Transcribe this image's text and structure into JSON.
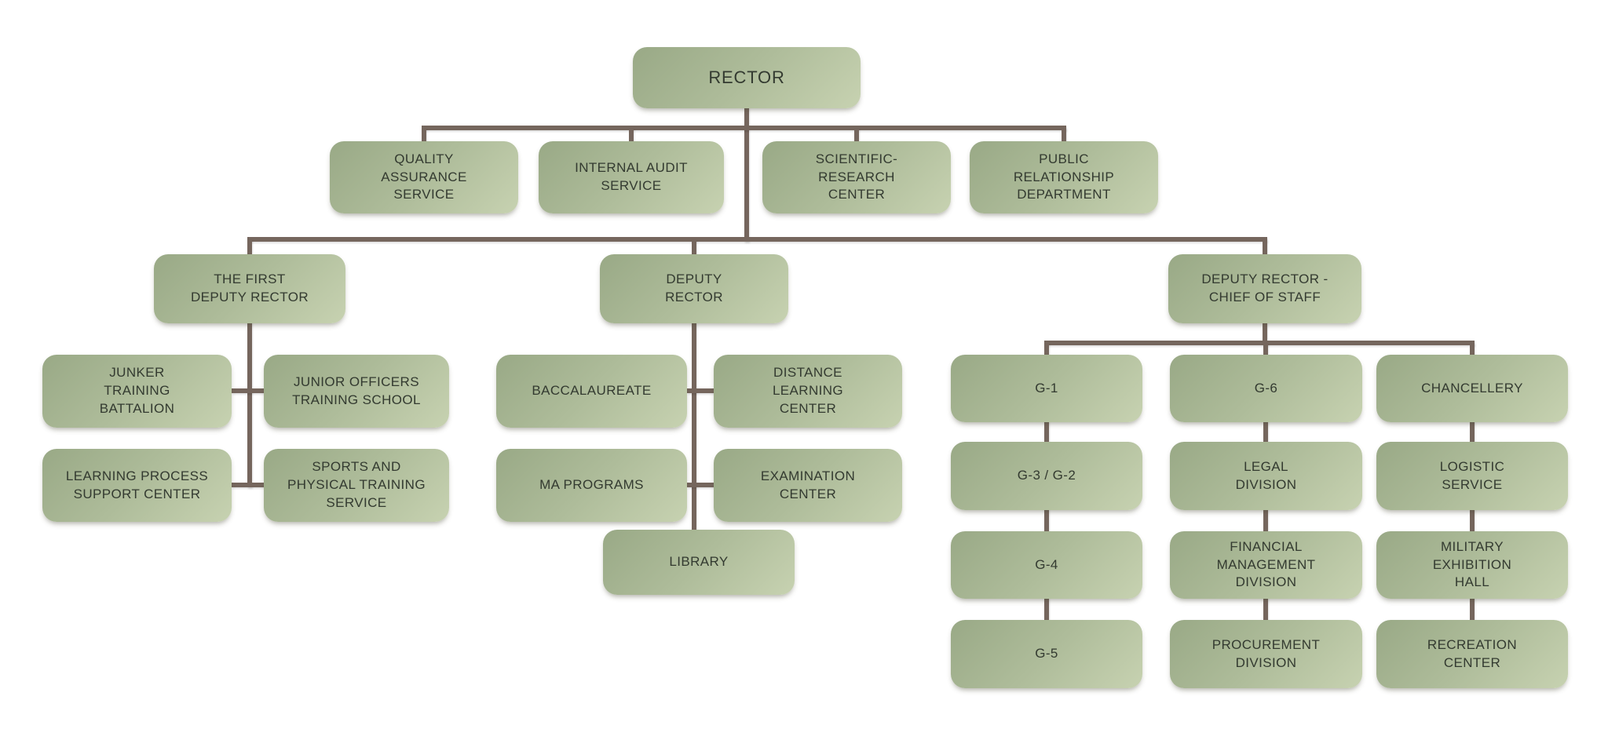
{
  "colors": {
    "background": "#ffffff",
    "box_gradient_start": "#99a986",
    "box_gradient_end": "#c7d2b1",
    "connector": "#75665d",
    "text": "#333a30"
  },
  "nodes": {
    "rector": {
      "label": "RECTOR"
    },
    "quality_assurance_service": {
      "label": "QUALITY\nASSURANCE\nSERVICE"
    },
    "internal_audit_service": {
      "label": "INTERNAL AUDIT\nSERVICE"
    },
    "scientific_research_center": {
      "label": "SCIENTIFIC-\nRESEARCH\nCENTER"
    },
    "public_relationship_department": {
      "label": "PUBLIC\nRELATIONSHIP\nDEPARTMENT"
    },
    "first_deputy_rector": {
      "label": "THE FIRST\nDEPUTY RECTOR"
    },
    "deputy_rector": {
      "label": "DEPUTY\nRECTOR"
    },
    "deputy_rector_chief_of_staff": {
      "label": "DEPUTY RECTOR -\nCHIEF OF STAFF"
    },
    "junker_training_battalion": {
      "label": "JUNKER\nTRAINING\nBATTALION"
    },
    "junior_officers_training_school": {
      "label": "JUNIOR OFFICERS\nTRAINING SCHOOL"
    },
    "learning_process_support_center": {
      "label": "LEARNING PROCESS\nSUPPORT CENTER"
    },
    "sports_physical_training_service": {
      "label": "SPORTS AND\nPHYSICAL TRAINING\nSERVICE"
    },
    "baccalaureate": {
      "label": "BACCALAUREATE"
    },
    "distance_learning_center": {
      "label": "DISTANCE\nLEARNING\nCENTER"
    },
    "ma_programs": {
      "label": "MA PROGRAMS"
    },
    "examination_center": {
      "label": "EXAMINATION\nCENTER"
    },
    "library": {
      "label": "LIBRARY"
    },
    "g1": {
      "label": "G-1"
    },
    "g3g2": {
      "label": "G-3 / G-2"
    },
    "g4": {
      "label": "G-4"
    },
    "g5": {
      "label": "G-5"
    },
    "g6": {
      "label": "G-6"
    },
    "legal_division": {
      "label": "LEGAL\nDIVISION"
    },
    "financial_management_division": {
      "label": "FINANCIAL\nMANAGEMENT\nDIVISION"
    },
    "procurement_division": {
      "label": "PROCUREMENT\nDIVISION"
    },
    "chancellery": {
      "label": "CHANCELLERY"
    },
    "logistic_service": {
      "label": "LOGISTIC\nSERVICE"
    },
    "military_exhibition_hall": {
      "label": "MILITARY\nEXHIBITION\nHALL"
    },
    "recreation_center": {
      "label": "RECREATION\nCENTER"
    }
  },
  "edges": [
    [
      "rector",
      "quality_assurance_service"
    ],
    [
      "rector",
      "internal_audit_service"
    ],
    [
      "rector",
      "scientific_research_center"
    ],
    [
      "rector",
      "public_relationship_department"
    ],
    [
      "rector",
      "first_deputy_rector"
    ],
    [
      "rector",
      "deputy_rector"
    ],
    [
      "rector",
      "deputy_rector_chief_of_staff"
    ],
    [
      "first_deputy_rector",
      "junker_training_battalion"
    ],
    [
      "first_deputy_rector",
      "junior_officers_training_school"
    ],
    [
      "first_deputy_rector",
      "learning_process_support_center"
    ],
    [
      "first_deputy_rector",
      "sports_physical_training_service"
    ],
    [
      "deputy_rector",
      "baccalaureate"
    ],
    [
      "deputy_rector",
      "distance_learning_center"
    ],
    [
      "deputy_rector",
      "ma_programs"
    ],
    [
      "deputy_rector",
      "examination_center"
    ],
    [
      "deputy_rector",
      "library"
    ],
    [
      "deputy_rector_chief_of_staff",
      "g1"
    ],
    [
      "deputy_rector_chief_of_staff",
      "g6"
    ],
    [
      "deputy_rector_chief_of_staff",
      "chancellery"
    ],
    [
      "g1",
      "g3g2"
    ],
    [
      "g3g2",
      "g4"
    ],
    [
      "g4",
      "g5"
    ],
    [
      "g6",
      "legal_division"
    ],
    [
      "legal_division",
      "financial_management_division"
    ],
    [
      "financial_management_division",
      "procurement_division"
    ],
    [
      "chancellery",
      "logistic_service"
    ],
    [
      "logistic_service",
      "military_exhibition_hall"
    ],
    [
      "military_exhibition_hall",
      "recreation_center"
    ]
  ]
}
